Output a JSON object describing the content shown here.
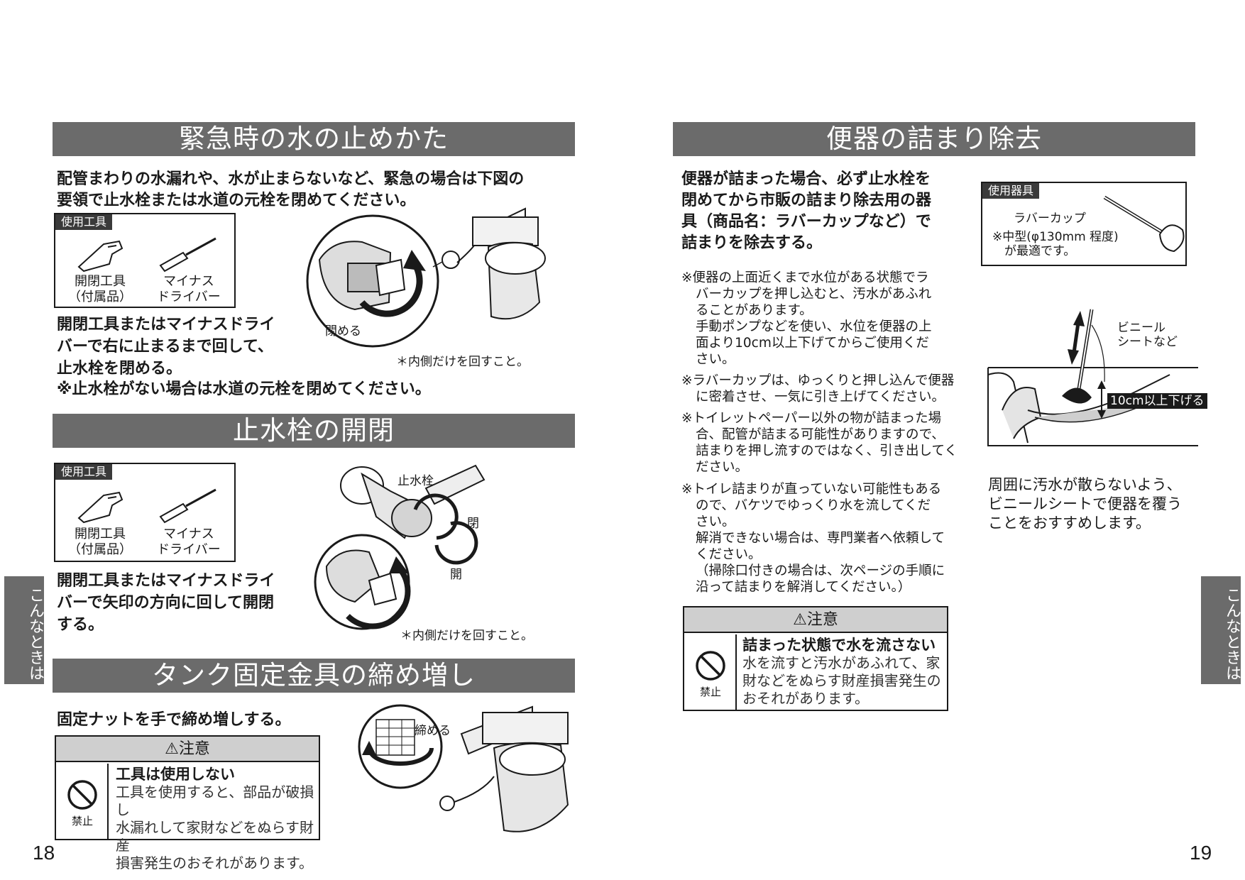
{
  "left": {
    "section1": {
      "title": "緊急時の水の止めかた",
      "intro": "配管まわりの水漏れや、水が止まらないなど、緊急の場合は下図の\n要領で止水栓または水道の元栓を閉めてください。",
      "tools_tag": "使用工具",
      "tool1": "開閉工具\n（付属品）",
      "tool2": "マイナス\nドライバー",
      "instruction": "開閉工具またはマイナスドライ\nバーで右に止まるまで回して、\n止水栓を閉める。",
      "close_label": "閉める",
      "inside_note": "＊内側だけを回すこと。",
      "footnote": "※止水栓がない場合は水道の元栓を閉めてください。"
    },
    "section2": {
      "title": "止水栓の開閉",
      "tools_tag": "使用工具",
      "tool1": "開閉工具\n（付属品）",
      "tool2": "マイナス\nドライバー",
      "instruction": "開閉工具またはマイナスドライ\nバーで矢印の方向に回して開閉\nする。",
      "valve_label": "止水栓",
      "close_label": "閉",
      "open_label": "開",
      "inside_note": "＊内側だけを回すこと。"
    },
    "section3": {
      "title": "タンク固定金具の締め増し",
      "instruction": "固定ナットを手で締め増しする。",
      "tighten_label": "締める",
      "caution": {
        "header": "注意",
        "prohibit_label": "禁止",
        "title": "工具は使用しない",
        "body": "工具を使用すると、部品が破損し\n水漏れして家財などをぬらす財産\n損害発生のおそれがあります。"
      }
    },
    "side_tab": "こんなときは",
    "page_number": "18"
  },
  "right": {
    "section": {
      "title": "便器の詰まり除去",
      "intro": "便器が詰まった場合、必ず止水栓を\n閉めてから市販の詰まり除去用の器\n具（商品名：ラバーカップなど）で\n詰まりを除去する。",
      "equip_tag": "使用器具",
      "equip_name": "ラバーカップ",
      "equip_note": "※中型(φ130mm 程度)\n　が最適です。",
      "notes": [
        "※便器の上面近くまで水位がある状態でラ\nバーカップを押し込むと、汚水があふれ\nることがあります。\n手動ポンプなどを使い、水位を便器の上\n面より10cm以上下げてからご使用くだ\nさい。",
        "※ラバーカップは、ゆっくりと押し込んで便器\nに密着させ、一気に引き上げてください。",
        "※トイレットペーパー以外の物が詰まった場\n合、配管が詰まる可能性がありますので、\n詰まりを押し流すのではなく、引き出してく\nださい。",
        "※トイレ詰まりが直っていない可能性もある\nので、バケツでゆっくり水を流してくだ\nさい。\n解消できない場合は、専門業者へ依頼して\nください。\n（掃除口付きの場合は、次ページの手順に\n沿って詰まりを解消してください。）"
      ],
      "vinyl_label": "ビニール\nシートなど",
      "lower_label": "10cm以上下げる",
      "side_text": "周囲に汚水が散らないよう、\nビニールシートで便器を覆う\nことをおすすめします。",
      "caution": {
        "header": "注意",
        "prohibit_label": "禁止",
        "title": "詰まった状態で水を流さない",
        "body": "水を流すと汚水があふれて、家\n財などをぬらす財産損害発生の\nおそれがあります。"
      }
    },
    "side_tab": "こんなときは",
    "page_number": "19"
  }
}
